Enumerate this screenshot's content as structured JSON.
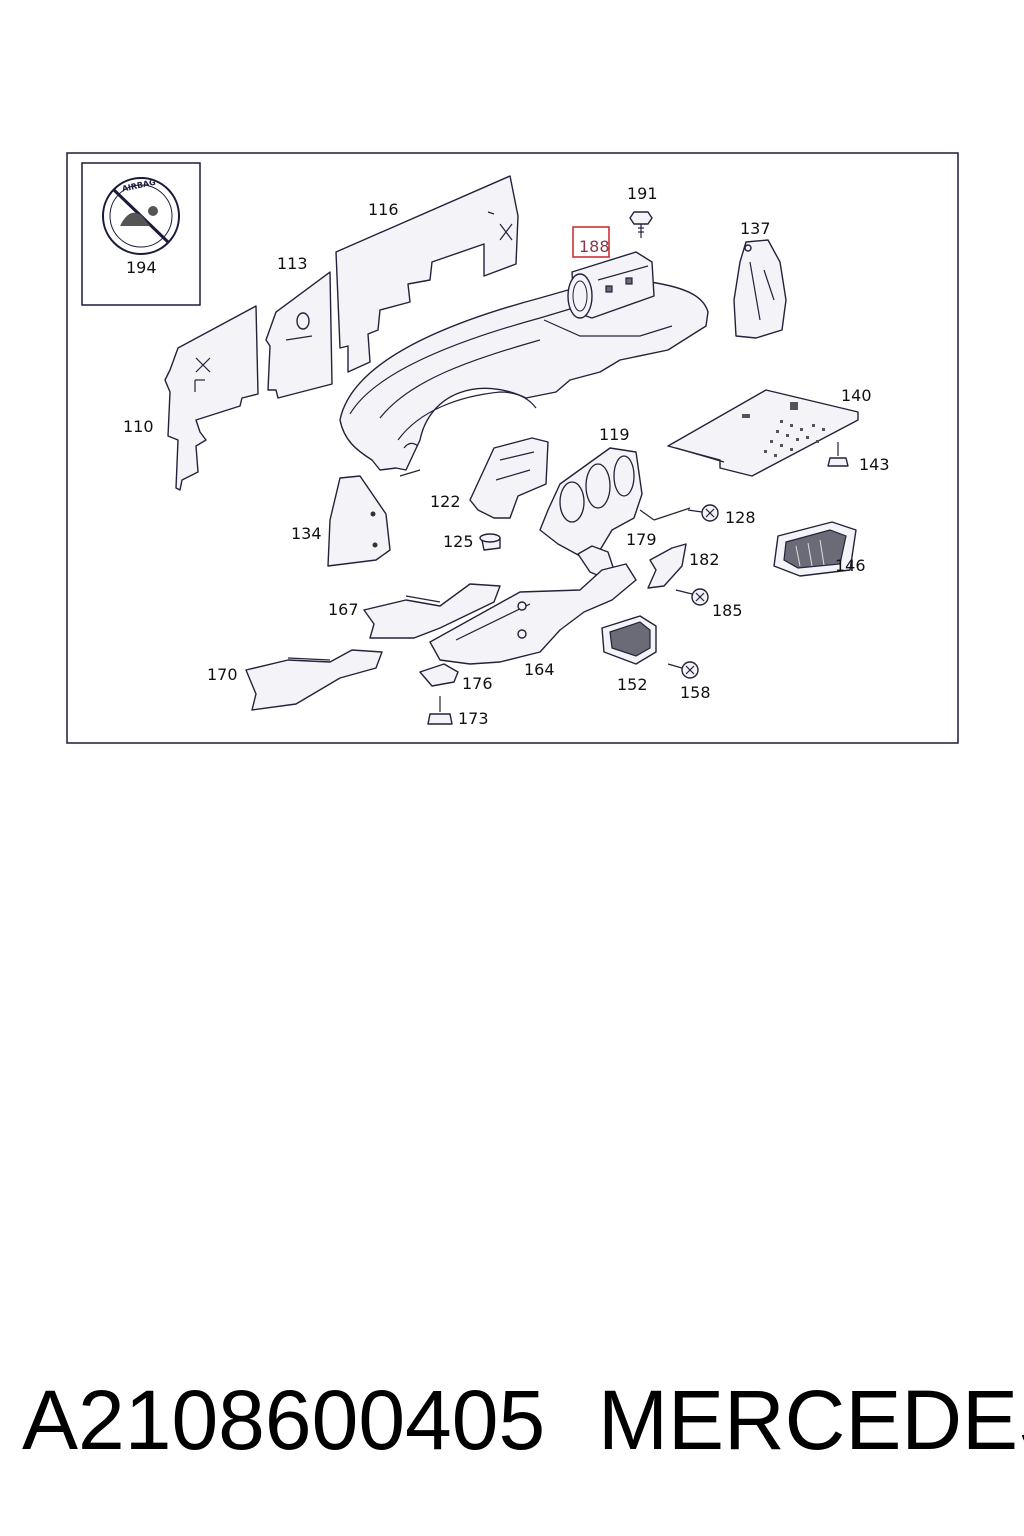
{
  "diagram": {
    "callouts": {
      "c110": "110",
      "c113": "113",
      "c116": "116",
      "c119": "119",
      "c122": "122",
      "c125": "125",
      "c128": "128",
      "c134": "134",
      "c137": "137",
      "c140": "140",
      "c143": "143",
      "c146": "146",
      "c152": "152",
      "c158": "158",
      "c164": "164",
      "c167": "167",
      "c170": "170",
      "c173": "173",
      "c176": "176",
      "c179": "179",
      "c182": "182",
      "c185": "185",
      "c188": "188",
      "c191": "191",
      "c194": "194"
    },
    "highlighted_callout": "188",
    "highlight_color": "#cc2222",
    "airbag_label_text": "AIRBAG"
  },
  "caption": {
    "part_number": "A2108600405",
    "brand": "MERCEDES"
  }
}
